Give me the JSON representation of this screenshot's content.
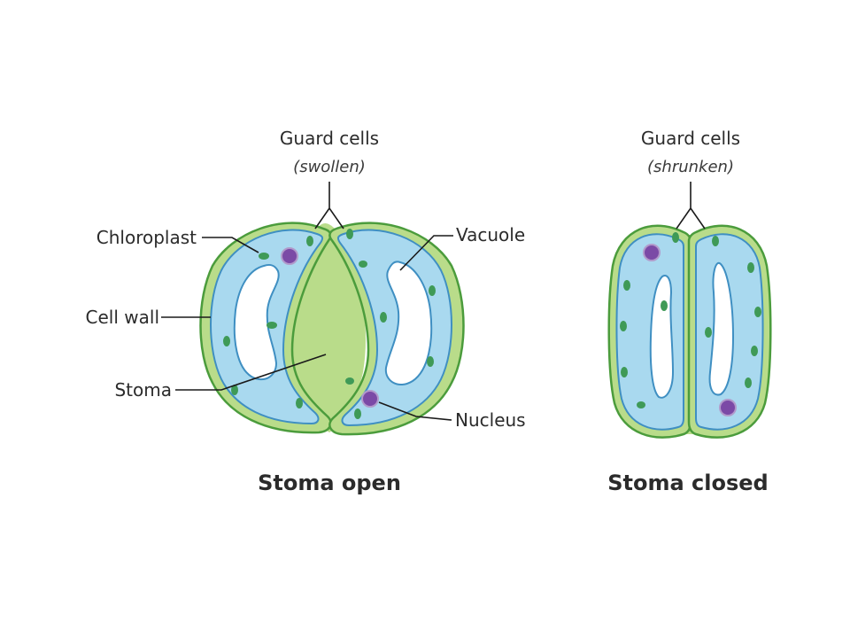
{
  "open": {
    "guard_cells": "Guard cells",
    "guard_state": "(swollen)",
    "chloroplast": "Chloroplast",
    "cell_wall": "Cell wall",
    "stoma": "Stoma",
    "vacuole": "Vacuole",
    "nucleus": "Nucleus",
    "caption": "Stoma open"
  },
  "closed": {
    "guard_cells": "Guard cells",
    "guard_state": "(shrunken)",
    "caption": "Stoma closed"
  },
  "colors": {
    "cell_wall": "#b9dc8a",
    "cytoplasm": "#a9d9ef",
    "chloroplast": "#3f9a57",
    "nucleus": "#7b4aa6"
  }
}
